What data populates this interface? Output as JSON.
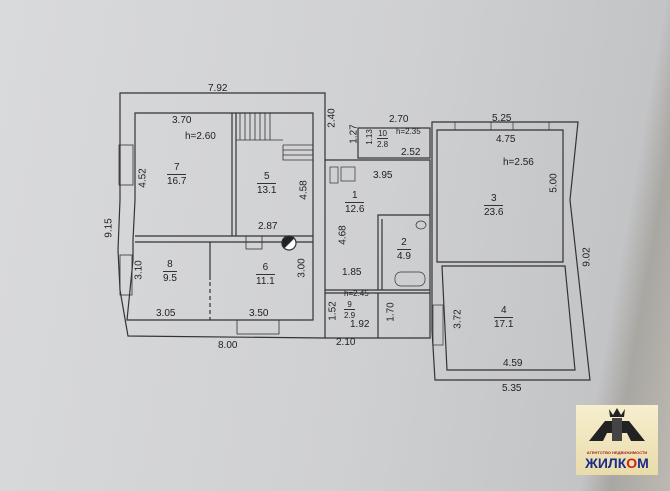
{
  "rooms": [
    {
      "num": "1",
      "area": "12.6"
    },
    {
      "num": "2",
      "area": "4.9"
    },
    {
      "num": "3",
      "area": "23.6"
    },
    {
      "num": "4",
      "area": "17.1"
    },
    {
      "num": "5",
      "area": "13.1"
    },
    {
      "num": "6",
      "area": "11.1"
    },
    {
      "num": "7",
      "area": "16.7"
    },
    {
      "num": "8",
      "area": "9.5"
    },
    {
      "num": "9",
      "area": "2.9"
    },
    {
      "num": "10",
      "area": "2.8"
    }
  ],
  "heights": {
    "main": "h=2.60",
    "room3": "h=2.56",
    "room10": "h=2.35",
    "room9": "h=2.45"
  },
  "dims": {
    "d792": "7.92",
    "d370": "3.70",
    "d240": "2.40",
    "d452": "4.52",
    "d915": "9.15",
    "d458": "4.58",
    "d287": "2.87",
    "d310": "3.10",
    "d300": "3.00",
    "d305": "3.05",
    "d350": "3.50",
    "d800": "8.00",
    "d270": "2.70",
    "d127": "1.27",
    "d113": "1.13",
    "d252": "2.52",
    "d395": "3.95",
    "d468": "4.68",
    "d185": "1.85",
    "d152": "1.52",
    "d170": "1.70",
    "d192": "1.92",
    "d210": "2.10",
    "d525": "5.25",
    "d475": "4.75",
    "d500": "5.00",
    "d902": "9.02",
    "d372": "3.72",
    "d459": "4.59",
    "d535": "5.35"
  },
  "logo": {
    "tagline": "АГЕНТСТВО НЕДВИЖИМОСТИ",
    "brand_a": "ЖИЛК",
    "brand_b": "О",
    "brand_c": "М"
  }
}
